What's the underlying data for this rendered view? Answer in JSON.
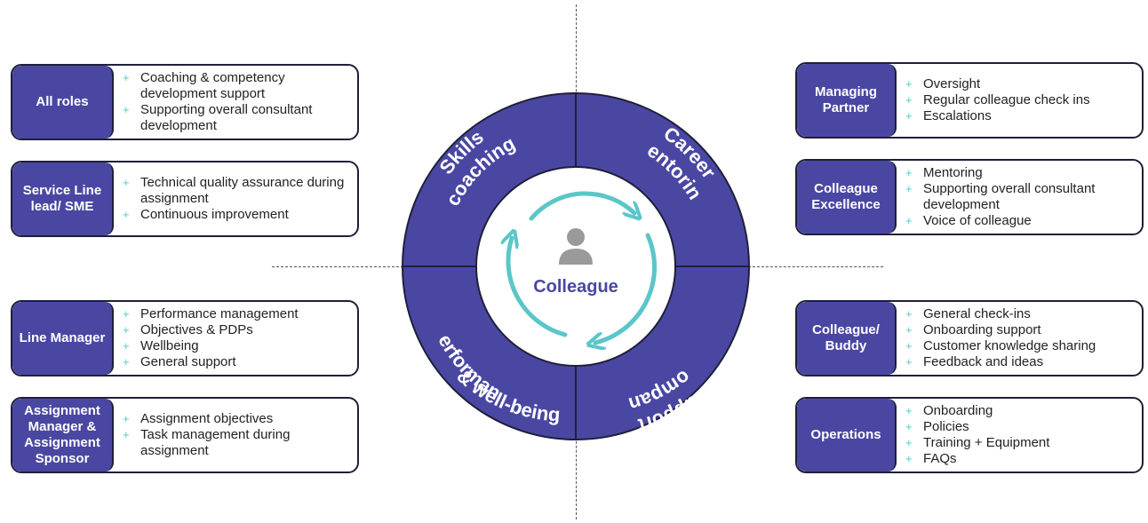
{
  "left_cards": [
    {
      "role": "All roles",
      "items": [
        "Coaching & competency development support",
        "Supporting overall consultant development"
      ]
    },
    {
      "role": "Service Line lead/ SME",
      "items": [
        "Technical quality assurance during assignment",
        "Continuous improvement"
      ]
    },
    {
      "role": "Line Manager",
      "items": [
        "Performance management",
        "Objectives & PDPs",
        "Wellbeing",
        "General support"
      ]
    },
    {
      "role": "Assignment Manager & Assignment Sponsor",
      "items": [
        "Assignment objectives",
        "Task management during assignment"
      ]
    }
  ],
  "right_cards": [
    {
      "role": "Managing Partner",
      "items": [
        "Oversight",
        "Regular colleague check ins",
        "Escalations"
      ]
    },
    {
      "role": "Colleague Excellence",
      "items": [
        "Mentoring",
        "Supporting overall consultant development",
        "Voice of colleague"
      ]
    },
    {
      "role": "Colleague/ Buddy",
      "items": [
        "General check-ins",
        "Onboarding support",
        "Customer knowledge sharing",
        "Feedback and ideas"
      ]
    },
    {
      "role": "Operations",
      "items": [
        "Onboarding",
        "Policies",
        "Training + Equipment",
        "FAQs"
      ]
    }
  ],
  "wheel": {
    "center_label": "Colleague",
    "segments": [
      {
        "line1": "Skills",
        "line2": "coaching"
      },
      {
        "line1": "Career",
        "line2": "mentoring"
      },
      {
        "line1": "Company",
        "line2": "support"
      },
      {
        "line1": "Performance",
        "line2": "& well-being"
      }
    ]
  },
  "colors": {
    "primary": "#4a47a3",
    "accent": "#5bc6c9",
    "icon": "#9a9a9a"
  }
}
